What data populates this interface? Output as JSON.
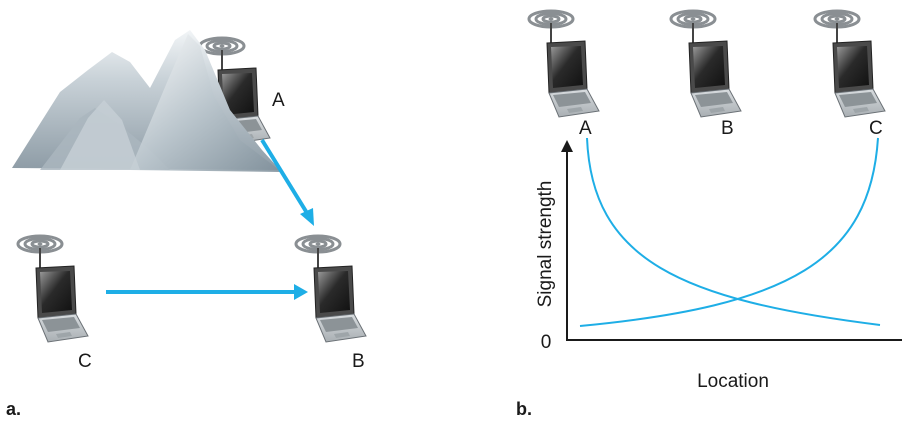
{
  "panel_a": {
    "caption": "a.",
    "stations": {
      "a": "A",
      "b": "B",
      "c": "C"
    }
  },
  "panel_b": {
    "caption": "b.",
    "stations": {
      "a": "A",
      "b": "B",
      "c": "C"
    },
    "ylabel": "Signal strength",
    "xlabel": "Location",
    "origin_label": "0"
  },
  "colors": {
    "arrow": "#1eaee6",
    "curve": "#1eaee6",
    "ink": "#1a1a1a",
    "mountain": "#b8c4cc"
  },
  "icons": [
    "laptop-icon",
    "wireless-signal-icon",
    "mountain-icon"
  ]
}
